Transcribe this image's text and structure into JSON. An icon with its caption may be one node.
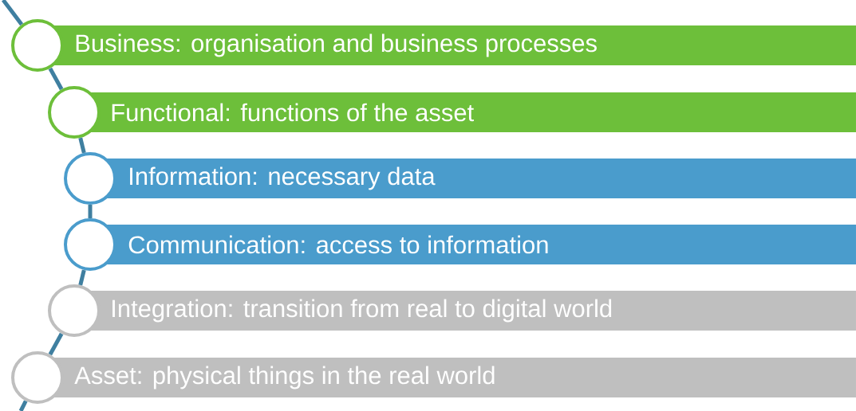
{
  "diagram": {
    "nodes": [
      {
        "text": [],
        "shape": "circle"
      },
      {
        "text": [
          "Business: organisation and business processes"
        ]
      },
      {
        "text": [],
        "shape": "circle"
      },
      {
        "text": [
          "Functional: functions of the asset"
        ]
      },
      {
        "text": [],
        "shape": "circle"
      },
      {
        "text": [
          "Information: necessary data"
        ]
      },
      {
        "text": [],
        "shape": "circle"
      },
      {
        "text": [
          "Communication: access to information"
        ]
      },
      {
        "text": [],
        "shape": "circle"
      },
      {
        "text": [
          "Integration: transition from real to digital world"
        ]
      },
      {
        "text": [],
        "shape": "circle"
      },
      {
        "text": [
          "Asset: physical things in the real world"
        ]
      }
    ],
    "edges": [
      {
        "from": null,
        "to": 0,
        "arrow": "none"
      },
      {
        "from": 0,
        "to": 2,
        "arrow": "none"
      },
      {
        "from": 2,
        "to": 4,
        "arrow": "none"
      },
      {
        "from": 4,
        "to": 6,
        "arrow": "none"
      },
      {
        "from": 6,
        "to": 8,
        "arrow": "none"
      },
      {
        "from": 8,
        "to": 10,
        "arrow": "none"
      },
      {
        "from": 10,
        "to": null,
        "arrow": "none"
      }
    ]
  }
}
